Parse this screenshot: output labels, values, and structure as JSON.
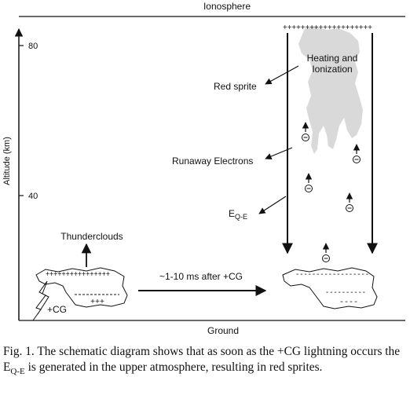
{
  "labels": {
    "ionosphere": "Ionosphere",
    "ground": "Ground",
    "altitude_axis": "Altitude (km)",
    "tick_80": "80",
    "tick_40": "40",
    "heating_line1": "Heating and",
    "heating_line2": "Ionization",
    "red_sprite": "Red sprite",
    "runaway_electrons": "Runaway Electrons",
    "eqe_main": "E",
    "eqe_sub": "Q-E",
    "thunderclouds": "Thunderclouds",
    "cg": "+CG",
    "time_label": "~1-10 ms after +CG"
  },
  "symbols": {
    "ionosphere_charges": "++++++++++++++++++++",
    "cloud_top_charges": "++++++++++++++++",
    "cloud_bottom_charges": "+++",
    "cloud2_top_charges": "------------------",
    "cloud2_mid_charges": "----------",
    "cloud2_bottom_charges": "----",
    "electron": "−"
  },
  "caption": {
    "part1": "Fig. 1. The schematic diagram shows that as soon as the +CG lightning occurs the E",
    "sub": "Q-E",
    "part2": " is generated in the upper atmosphere, resulting in red sprites."
  },
  "colors": {
    "line": "#111111",
    "sprite": "#d9d9d9"
  }
}
